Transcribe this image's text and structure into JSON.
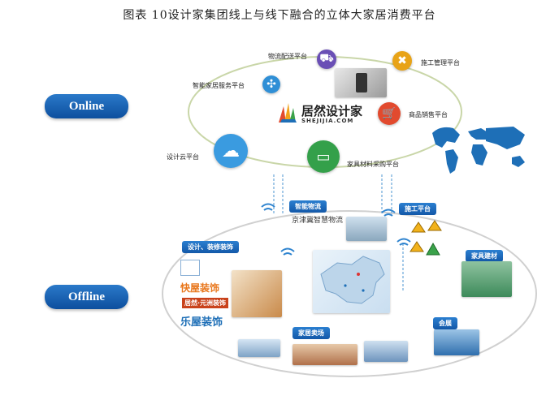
{
  "title": "图表 10设计家集团线上与线下融合的立体大家居消费平台",
  "online_label": "Online",
  "offline_label": "Offline",
  "online_nodes": {
    "logistics": "物流配送平台",
    "construction": "施工管理平台",
    "smart_home": "智能家居服务平台",
    "sales": "商品销售平台",
    "cloud": "设计云平台",
    "materials": "家具材料采购平台"
  },
  "brand": {
    "name": "居然设计家",
    "domain": "SHEJIJIA.COM"
  },
  "offline_tags": {
    "smart_logistics": "智能物流",
    "construction": "施工平台",
    "design_decor": "设计、装修装饰",
    "furniture_materials": "家具建材",
    "home_mall": "家居卖场",
    "exhibition": "会展"
  },
  "logistics_caption": "京津冀智慧物流",
  "decor_brands": [
    "快屋装饰",
    "居然·元洲装饰",
    "乐屋装饰"
  ],
  "colors": {
    "pill_blue": "#1a62b3",
    "logistics_node": "#6a4fb5",
    "construction_node": "#e8a317",
    "smart_home_node": "#2f8fd6",
    "sales_node": "#e24a2e",
    "cloud_node": "#3a9be0",
    "materials_node": "#34a04a",
    "orbit": "#c9d6a8",
    "map_blue": "#1e6fb7"
  },
  "icons": {
    "logistics": "truck-icon",
    "construction": "tools-icon",
    "smart_home": "network-icon",
    "sales": "cart-icon",
    "cloud": "cloud-icon",
    "materials": "sofa-icon",
    "wireless": "wifi-icon"
  }
}
